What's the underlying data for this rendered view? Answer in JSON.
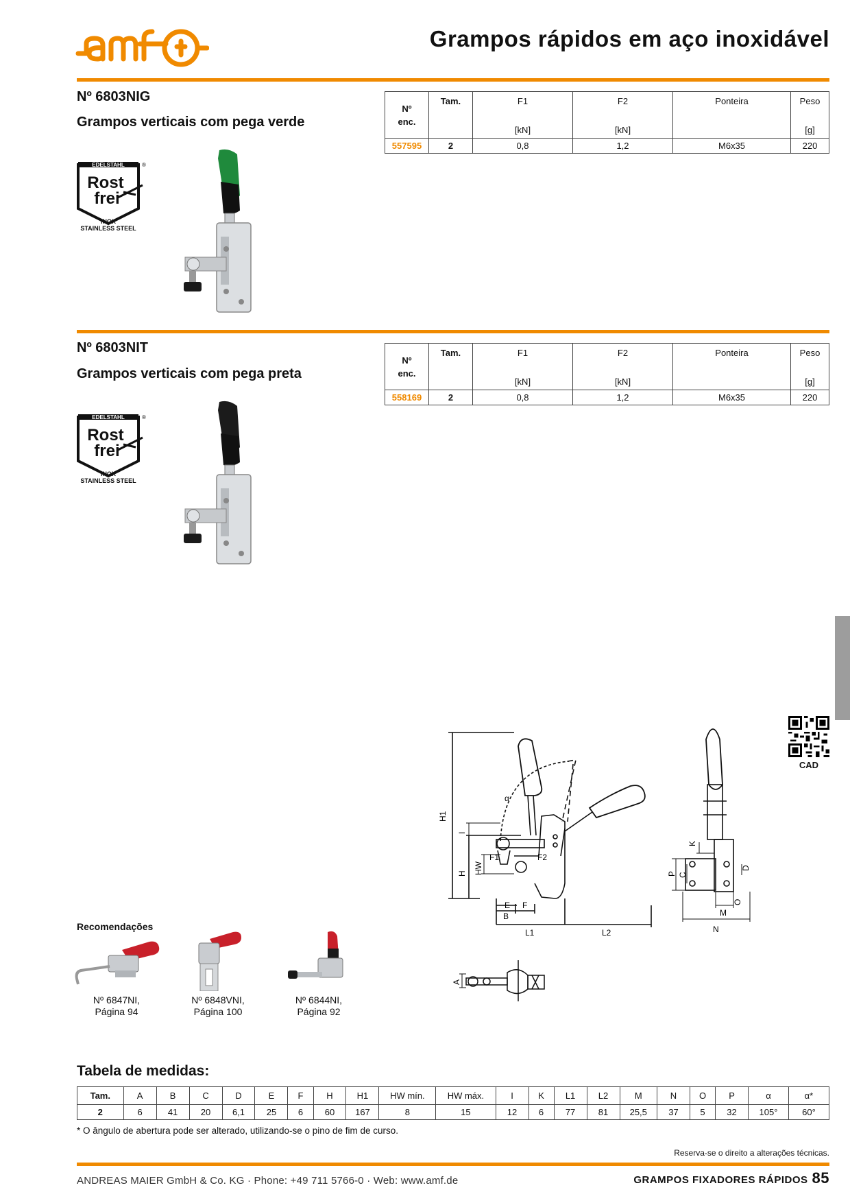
{
  "header": {
    "logo_text": "amf",
    "title": "Grampos rápidos em aço inoxidável"
  },
  "colors": {
    "accent": "#f08a00",
    "side_tab": "#9d9d9d"
  },
  "rostfrei_badge": {
    "top": "EDELSTAHL",
    "line1": "Rost",
    "line2": "frei",
    "inox": "INOX",
    "stainless": "STAINLESS STEEL",
    "reg": "®"
  },
  "products": [
    {
      "code": "Nº 6803NIG",
      "subtitle": "Grampos verticais com pega verde",
      "handle_color": "#1f8a3c",
      "table": {
        "headers": {
          "enc1": "Nº",
          "enc2": "enc.",
          "tam": "Tam.",
          "f1": "F1",
          "f1_unit": "[kN]",
          "f2": "F2",
          "f2_unit": "[kN]",
          "ponteira": "Ponteira",
          "peso": "Peso",
          "peso_unit": "[g]"
        },
        "row": {
          "enc": "557595",
          "tam": "2",
          "f1": "0,8",
          "f2": "1,2",
          "ponteira": "M6x35",
          "peso": "220"
        }
      }
    },
    {
      "code": "Nº 6803NIT",
      "subtitle": "Grampos verticais com pega preta",
      "handle_color": "#1b1b1b",
      "table": {
        "headers": {
          "enc1": "Nº",
          "enc2": "enc.",
          "tam": "Tam.",
          "f1": "F1",
          "f1_unit": "[kN]",
          "f2": "F2",
          "f2_unit": "[kN]",
          "ponteira": "Ponteira",
          "peso": "Peso",
          "peso_unit": "[g]"
        },
        "row": {
          "enc": "558169",
          "tam": "2",
          "f1": "0,8",
          "f2": "1,2",
          "ponteira": "M6x35",
          "peso": "220"
        }
      }
    }
  ],
  "drawing_labels": {
    "h1": "H1",
    "i": "I",
    "h": "H",
    "hw": "HW",
    "f1": "F1",
    "f2": "F2",
    "alpha": "α",
    "e": "E",
    "f": "F",
    "b": "B",
    "l1": "L1",
    "l2": "L2",
    "k": "K",
    "d": "D",
    "p": "P",
    "c": "C",
    "o": "O",
    "m": "M",
    "n": "N",
    "a": "A"
  },
  "cad": {
    "label": "CAD"
  },
  "recommendations": {
    "title": "Recomendações",
    "items": [
      {
        "line1": "Nº 6847NI,",
        "line2": "Página 94"
      },
      {
        "line1": "Nº 6848VNI,",
        "line2": "Página 100"
      },
      {
        "line1": "Nº 6844NI,",
        "line2": "Página 92"
      }
    ]
  },
  "dimensions": {
    "title": "Tabela de medidas:",
    "headers": [
      "Tam.",
      "A",
      "B",
      "C",
      "D",
      "E",
      "F",
      "H",
      "H1",
      "HW mín.",
      "HW máx.",
      "I",
      "K",
      "L1",
      "L2",
      "M",
      "N",
      "O",
      "P",
      "α",
      "α*"
    ],
    "row": [
      "2",
      "6",
      "41",
      "20",
      "6,1",
      "25",
      "6",
      "60",
      "167",
      "8",
      "15",
      "12",
      "6",
      "77",
      "81",
      "25,5",
      "37",
      "5",
      "32",
      "105°",
      "60°"
    ],
    "note": "* O ângulo de abertura pode ser alterado, utilizando-se o pino de fim de curso."
  },
  "reserve_note": "Reserva-se o direito a alterações técnicas.",
  "footer": {
    "left": "ANDREAS MAIER GmbH & Co. KG · Phone: +49 711 5766-0 · Web: www.amf.de",
    "section": "GRAMPOS FIXADORES RÁPIDOS",
    "page": "85"
  }
}
